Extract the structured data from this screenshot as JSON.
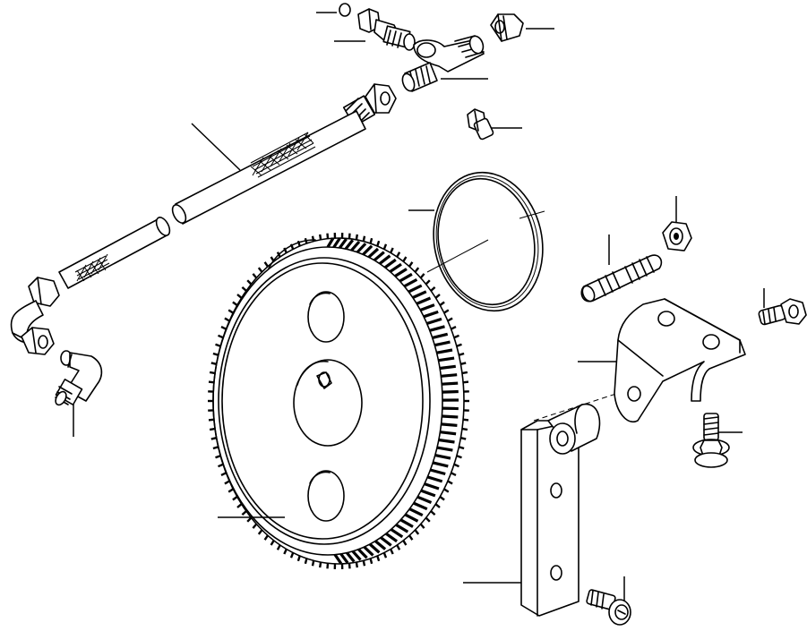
{
  "diagram": {
    "background": "#ffffff",
    "ink": "#000000",
    "parts": [
      "o-ring-small",
      "hose-fitting",
      "banjo-tee",
      "cap-nut",
      "nipple",
      "plug",
      "fuel-hose",
      "elbow-fitting",
      "o-ring-large",
      "stud",
      "nut",
      "flywheel-ring-gear",
      "bracket",
      "flange-bolt",
      "bolt-upper",
      "support-plate",
      "bolt-lower"
    ]
  }
}
